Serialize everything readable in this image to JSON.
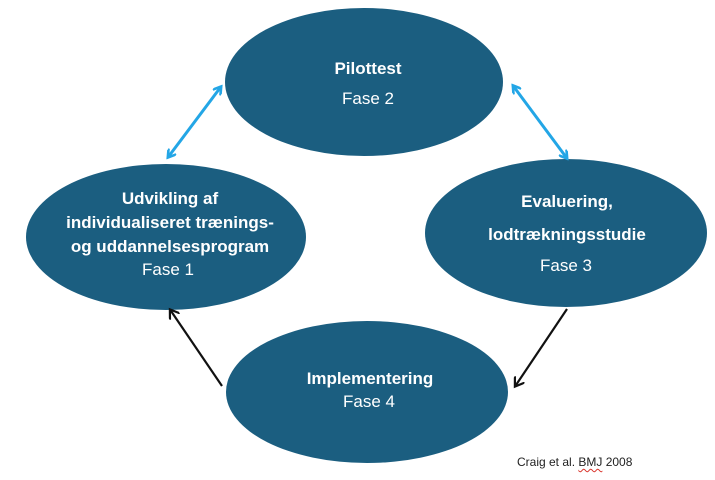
{
  "colors": {
    "node_fill": "#1b5e80",
    "node_text": "#ffffff",
    "bidirectional_arrow": "#23a6e6",
    "directional_arrow": "#111111"
  },
  "nodes": {
    "pilot": {
      "title": "Pilottest",
      "phase": "Fase 2"
    },
    "development": {
      "title_lines": [
        "Udvikling af",
        "individualiseret trænings-",
        "og uddannelsesprogram"
      ],
      "phase": "Fase 1"
    },
    "evaluation": {
      "title_lines": [
        "Evaluering,",
        "lodtrækningsstudie"
      ],
      "phase": "Fase 3"
    },
    "implementation": {
      "title": "Implementering",
      "phase": "Fase 4"
    }
  },
  "citation": {
    "prefix": "Craig et al. ",
    "marked": "BMJ",
    "suffix": " 2008"
  }
}
